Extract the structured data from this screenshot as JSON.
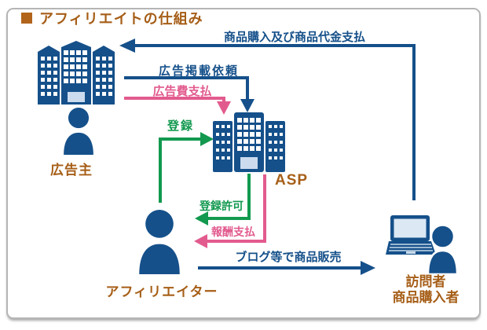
{
  "title": {
    "bullet": "■",
    "text": "アフィリエイトの仕組み"
  },
  "colors": {
    "accent_blue": "#15508a",
    "accent_pink": "#e25b8e",
    "accent_green": "#12994f",
    "accent_brown": "#a65e17",
    "icon_fill_blue": "#15508a",
    "icon_window_light": "#d9e5f2",
    "frame_border": "#b5b5b5"
  },
  "entities": {
    "advertiser": {
      "label": "広告主",
      "icons": [
        "building-icon",
        "person-icon"
      ]
    },
    "asp": {
      "label": "ASP",
      "icons": [
        "building-icon"
      ]
    },
    "affiliater": {
      "label": "アフィリエイター",
      "icons": [
        "person-icon"
      ]
    },
    "visitor": {
      "label_line1": "訪問者",
      "label_line2": "商品購入者",
      "icons": [
        "laptop-icon",
        "person-icon"
      ]
    }
  },
  "flows": {
    "purchase": {
      "label": "商品購入及び商品代金支払",
      "color": "#15508a",
      "from": "visitor",
      "to": "advertiser"
    },
    "ad_request": {
      "label": "広告掲載依頼",
      "color": "#15508a",
      "from": "advertiser",
      "to": "asp"
    },
    "ad_fee": {
      "label": "広告費支払",
      "color": "#e25b8e",
      "from": "advertiser",
      "to": "asp"
    },
    "register": {
      "label": "登録",
      "color": "#12994f",
      "from": "affiliater",
      "to": "asp"
    },
    "register_approval": {
      "label": "登録許可",
      "color": "#12994f",
      "from": "asp",
      "to": "affiliater"
    },
    "reward": {
      "label": "報酬支払",
      "color": "#e25b8e",
      "from": "asp",
      "to": "affiliater"
    },
    "blog_sales": {
      "label": "ブログ等で商品販売",
      "color": "#15508a",
      "from": "affiliater",
      "to": "visitor"
    }
  }
}
